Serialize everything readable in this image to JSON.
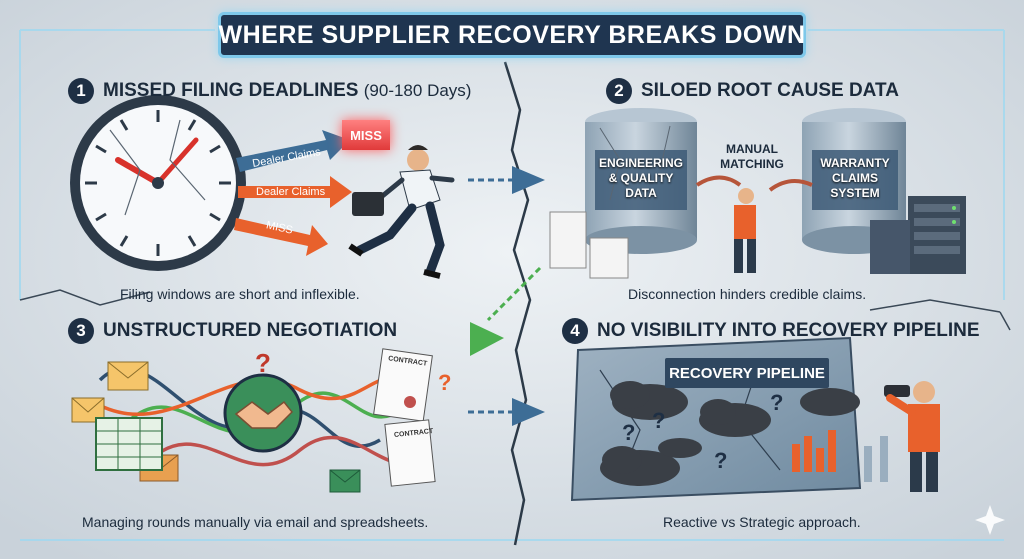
{
  "title": "WHERE SUPPLIER RECOVERY BREAKS DOWN",
  "sections": [
    {
      "number": "1",
      "title": "MISSED FILING DEADLINES",
      "subtitle": "(90-180 Days)",
      "caption": "Filing windows are short and inflexible."
    },
    {
      "number": "2",
      "title": "SILOED ROOT CAUSE DATA",
      "caption": "Disconnection hinders credible claims."
    },
    {
      "number": "3",
      "title": "UNSTRUCTURED NEGOTIATION",
      "caption": "Managing rounds manually via email and spreadsheets."
    },
    {
      "number": "4",
      "title": "NO VISIBILITY INTO RECOVERY PIPELINE",
      "caption": "Reactive vs Strategic approach."
    }
  ],
  "deadlines_panel": {
    "arrow_1": "Dealer Claims",
    "arrow_2": "Dealer Claims",
    "arrow_3": "MISS",
    "miss_box": "MISS"
  },
  "silo_panel": {
    "tank_left_line1": "ENGINEERING",
    "tank_left_line2": "& QUALITY",
    "tank_left_line3": "DATA",
    "manual_line1": "MANUAL",
    "manual_line2": "MATCHING",
    "tank_right_line1": "WARRANTY",
    "tank_right_line2": "CLAIMS",
    "tank_right_line3": "SYSTEM"
  },
  "negotiation_panel": {
    "contract_1": "CONTRACT",
    "contract_2": "CONTRACT",
    "question": "?"
  },
  "pipeline_panel": {
    "label": "RECOVERY PIPELINE",
    "question": "?"
  },
  "colors": {
    "navy": "#1f3550",
    "accent_blue": "#3d6d96",
    "alert_red": "#e03a3a",
    "orange": "#e8612c",
    "green": "#4caf50",
    "glow": "#7ec8ea"
  }
}
